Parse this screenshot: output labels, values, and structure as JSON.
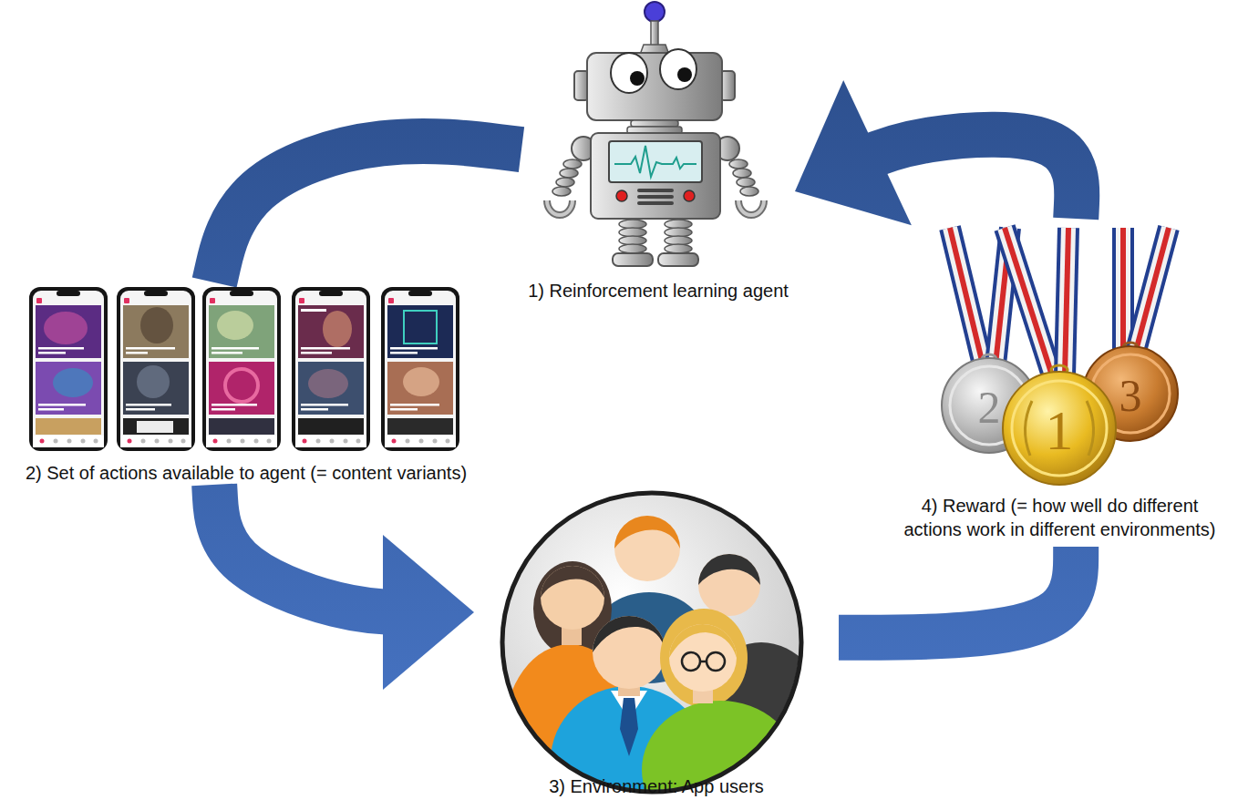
{
  "diagram": {
    "nodes": [
      {
        "text": [
          "1) Reinforcement learning agent"
        ]
      },
      {
        "text": [
          "2) Set of actions available to agent (= content variants)"
        ]
      },
      {
        "text": [
          "3) Environment: App users"
        ]
      },
      {
        "text": [
          "4) Reward (= how well do different actions work in different environments)"
        ]
      }
    ],
    "edges": [
      {
        "from": 0,
        "to": 1,
        "arrow": "none"
      },
      {
        "from": 1,
        "to": 2,
        "arrow": "to"
      },
      {
        "from": 2,
        "to": 3,
        "arrow": "none"
      },
      {
        "from": 3,
        "to": 0,
        "arrow": "to"
      }
    ],
    "labels": [
      "2",
      "1",
      "3"
    ]
  }
}
